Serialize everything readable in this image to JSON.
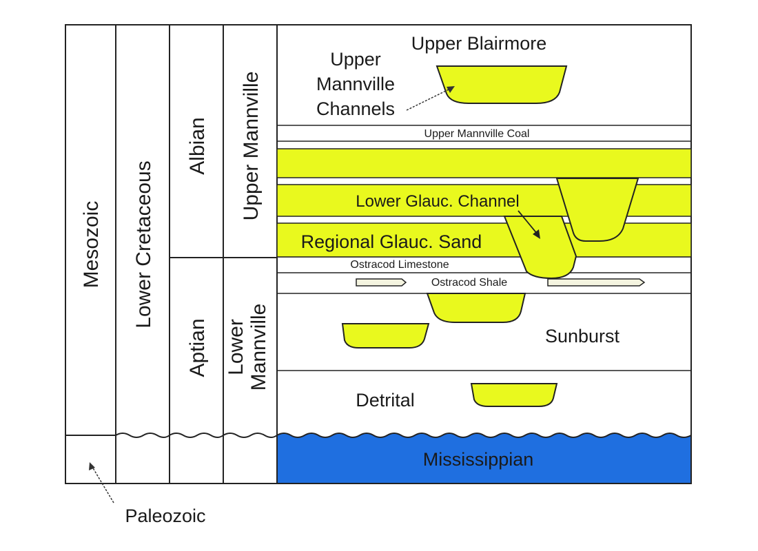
{
  "columns": {
    "era": "Mesozoic",
    "epoch": "Lower Cretaceous",
    "stage_upper": "Albian",
    "stage_lower": "Aptian",
    "group_upper": "Upper Mannville",
    "group_lower_1": "Lower",
    "group_lower_2": "Mannville"
  },
  "units": {
    "upper_blairmore": "Upper Blairmore",
    "upper_channels_1": "Upper",
    "upper_channels_2": "Mannville",
    "upper_channels_3": "Channels",
    "upper_coal": "Upper Mannville Coal",
    "lower_glauc_channel": "Lower Glauc. Channel",
    "regional_glauc_sand": "Regional Glauc. Sand",
    "ostracod_limestone": "Ostracod Limestone",
    "ostracod_shale": "Ostracod Shale",
    "sunburst": "Sunburst",
    "detrital": "Detrital",
    "mississippian": "Mississippian"
  },
  "paleozoic_label": "Paleozoic",
  "colors": {
    "sand": "#e9f91e",
    "sand_edge": "#2a2a10",
    "mississippian": "#1f6fe0",
    "line": "#222222"
  }
}
